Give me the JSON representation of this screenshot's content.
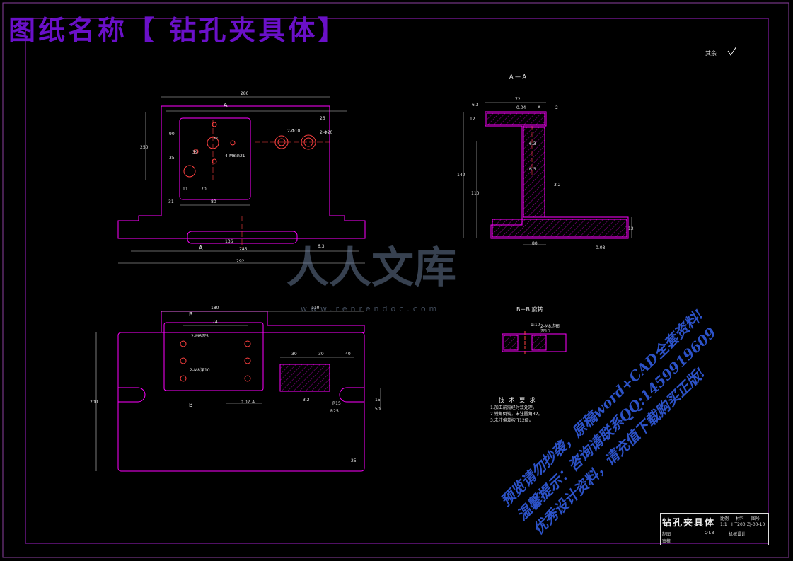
{
  "drawing_title": "图纸名称【 钻孔夹具体】",
  "surface_note": "其余",
  "section_aa": "A — A",
  "section_bb": "B－B 旋转",
  "watermark": {
    "logo": "人人文库",
    "url": "www.renrendoc.com"
  },
  "promo_lines": [
    "预览请勿抄袭，原稿word+CAD全套资料!",
    "温馨提示：咨询请联系QQ:1459919609",
    "优秀设计资料，请充值下载购买正版!"
  ],
  "tech_requirements": {
    "heading": "技 术 要 求",
    "items": [
      "1.加工前需经时效处理。",
      "2.锐角倒钝，未注圆角R2。",
      "3.未注偏差按IT12级。"
    ]
  },
  "title_block": {
    "part_name": "钻孔夹具体",
    "cells": [
      "比例",
      "材料",
      "图号",
      "1:1",
      "HT200",
      "ZJ-00-10",
      "制图",
      "审核",
      "QT.8",
      "机械设计"
    ]
  },
  "dimensions": {
    "top_view": [
      "280",
      "250",
      "90",
      "35",
      "70",
      "11",
      "39",
      "31",
      "80",
      "136",
      "245",
      "292",
      "2-Φ10",
      "2-Φ20",
      "4-M8深21",
      "Φ",
      "A",
      "A",
      "6.3",
      "25"
    ],
    "section_view": [
      "72",
      "0.04",
      "A",
      "2",
      "6.3",
      "12",
      "6.3",
      "6.3",
      "140",
      "110",
      "80",
      "0.08",
      "3.2",
      "12"
    ],
    "bottom_view": [
      "180",
      "110",
      "74",
      "2-M6深5",
      "2-M8深10",
      "30",
      "30",
      "40",
      "200",
      "0.02",
      "A",
      "3.2",
      "R25",
      "R15",
      "15",
      "50",
      "B",
      "B",
      "25"
    ],
    "bb_view": [
      "1:10",
      "2-M8均布",
      "深10"
    ]
  }
}
